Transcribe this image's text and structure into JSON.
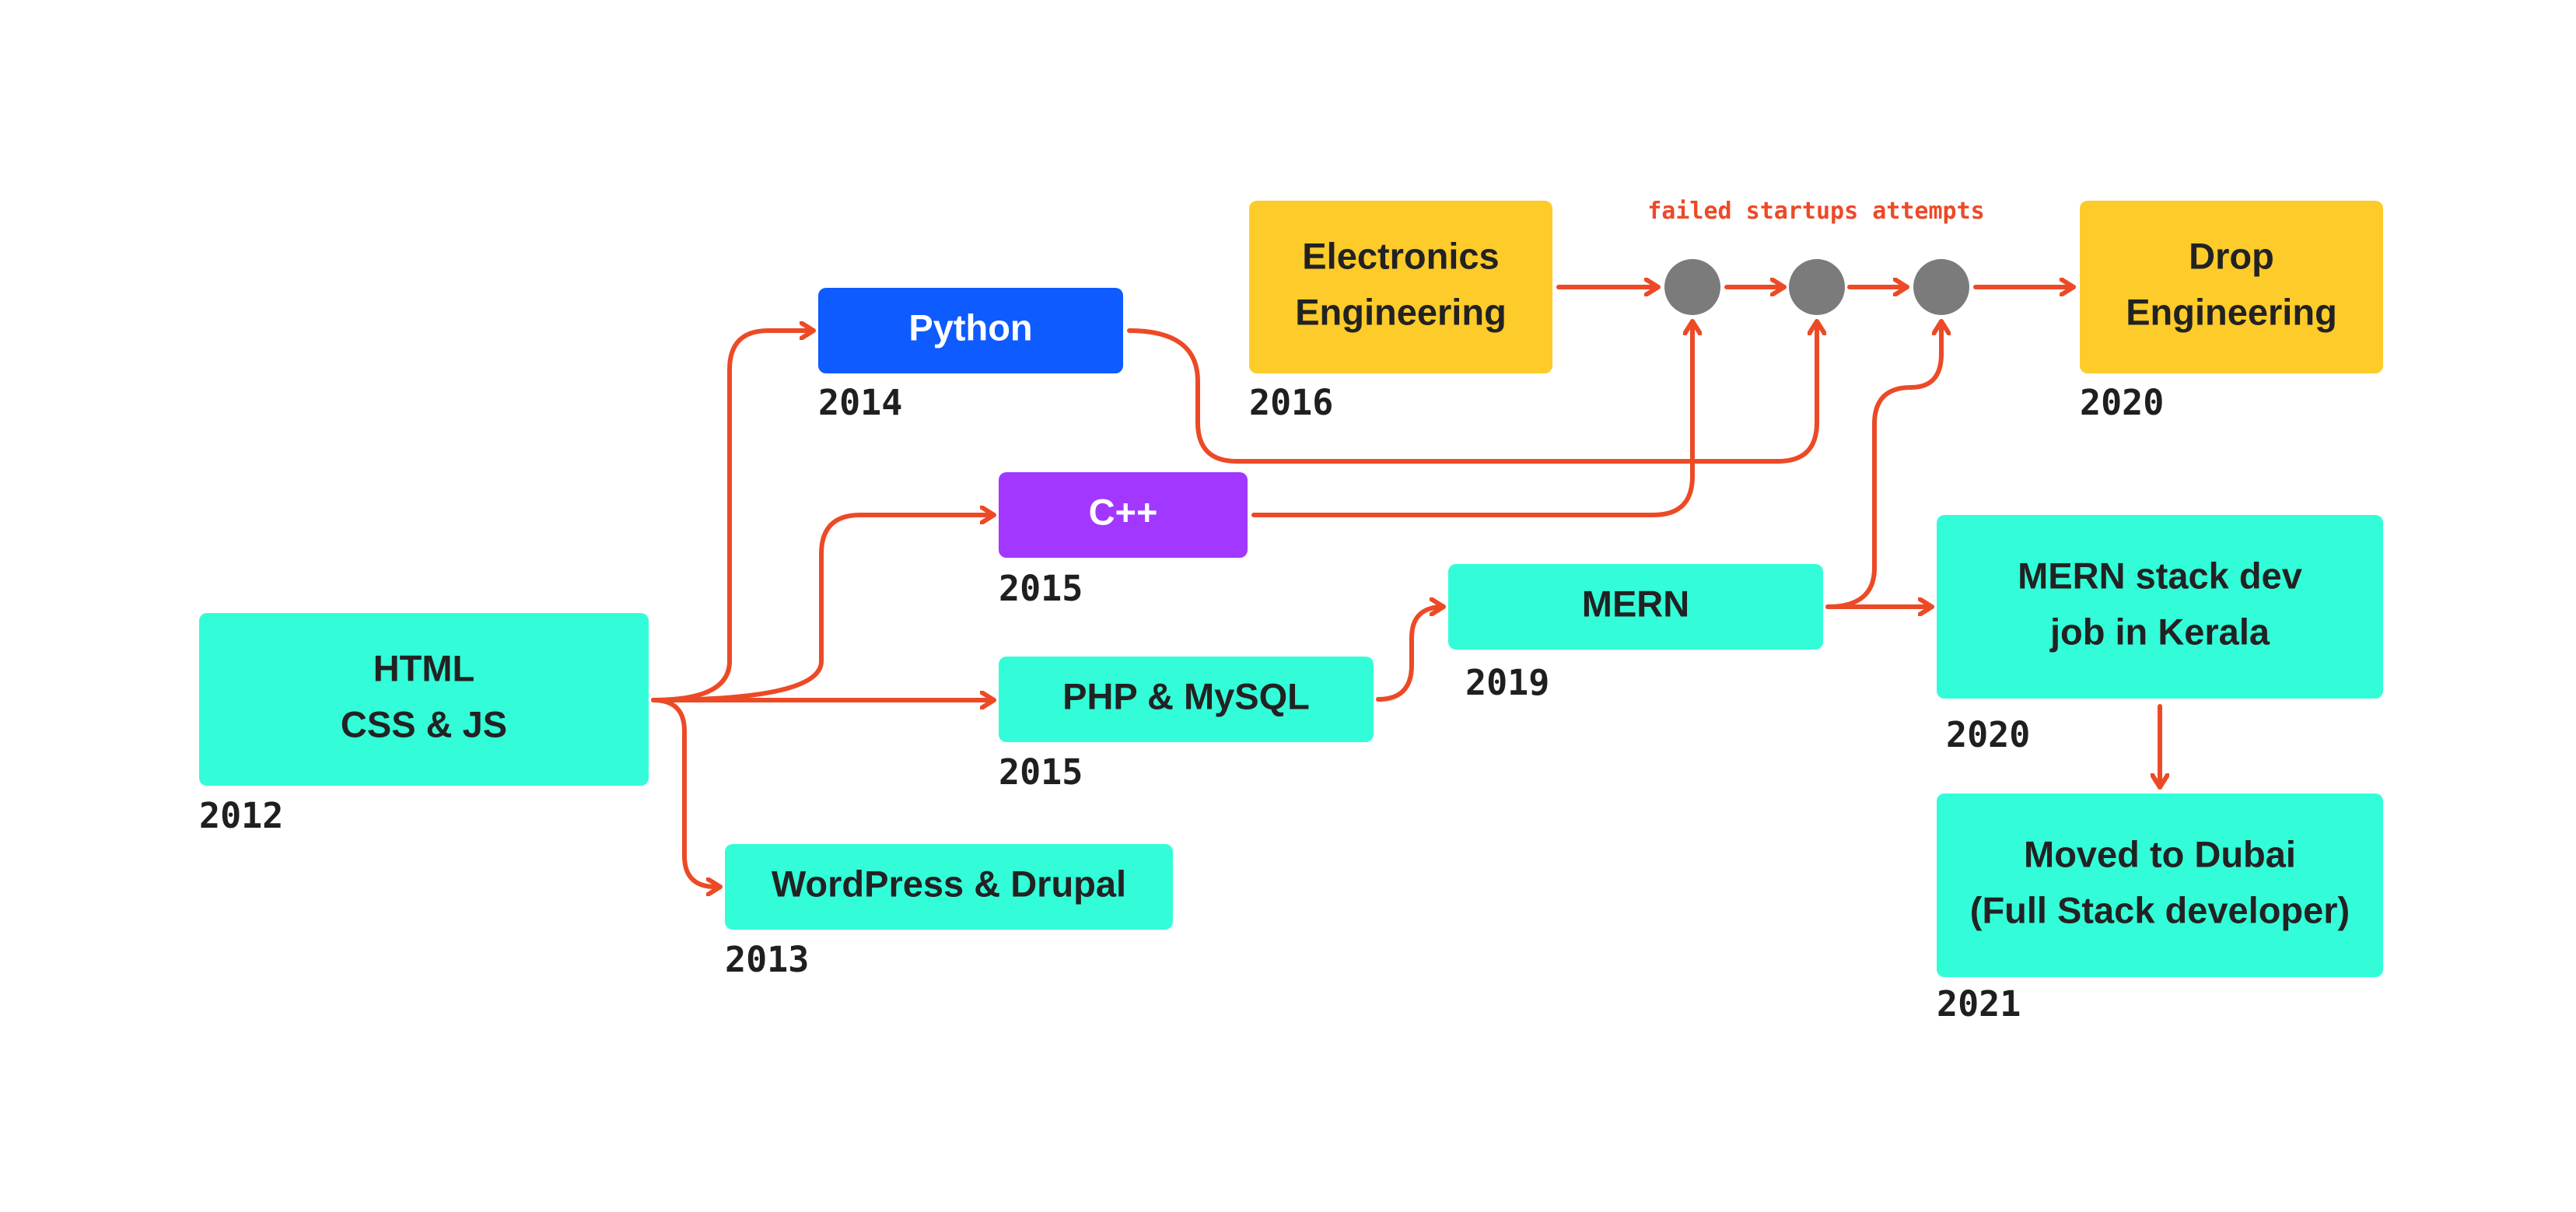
{
  "colors": {
    "teal": "#33FDD9",
    "blue": "#0E5BFF",
    "purple": "#A238FF",
    "yellow": "#FDCB2A",
    "arrow": "#EC4A27",
    "node": "#7B7B7B",
    "dark_text": "#222222",
    "light_text": "#FFFFFF"
  },
  "nodes": [
    {
      "id": "html",
      "lines": [
        "HTML",
        "CSS & JS"
      ],
      "year": "2012",
      "color": "teal"
    },
    {
      "id": "python",
      "lines": [
        "Python"
      ],
      "year": "2014",
      "color": "blue"
    },
    {
      "id": "cpp",
      "lines": [
        "C++"
      ],
      "year": "2015",
      "color": "purple"
    },
    {
      "id": "php",
      "lines": [
        "PHP & MySQL"
      ],
      "year": "2015",
      "color": "teal"
    },
    {
      "id": "wordpress",
      "lines": [
        "WordPress & Drupal"
      ],
      "year": "2013",
      "color": "teal"
    },
    {
      "id": "electronics",
      "lines": [
        "Electronics",
        "Engineering"
      ],
      "year": "2016",
      "color": "yellow"
    },
    {
      "id": "mern",
      "lines": [
        "MERN"
      ],
      "year": "2019",
      "color": "teal"
    },
    {
      "id": "drop",
      "lines": [
        "Drop",
        "Engineering"
      ],
      "year": "2020",
      "color": "yellow"
    },
    {
      "id": "mernjob",
      "lines": [
        "MERN stack dev",
        "job in Kerala"
      ],
      "year": "2020",
      "color": "teal"
    },
    {
      "id": "dubai",
      "lines": [
        "Moved to Dubai",
        "(Full Stack developer)"
      ],
      "year": "2021",
      "color": "teal"
    }
  ],
  "startup_points": [
    "attempt-1",
    "attempt-2",
    "attempt-3"
  ],
  "annotation": "failed startups attempts",
  "edges": [
    {
      "from": "html",
      "to": "python"
    },
    {
      "from": "html",
      "to": "cpp"
    },
    {
      "from": "html",
      "to": "php"
    },
    {
      "from": "html",
      "to": "wordpress"
    },
    {
      "from": "php",
      "to": "mern"
    },
    {
      "from": "mern",
      "to": "mernjob"
    },
    {
      "from": "mernjob",
      "to": "dubai"
    },
    {
      "from": "electronics",
      "to": "attempt-1"
    },
    {
      "from": "attempt-1",
      "to": "attempt-2"
    },
    {
      "from": "attempt-2",
      "to": "attempt-3"
    },
    {
      "from": "attempt-3",
      "to": "drop"
    },
    {
      "from": "python",
      "to": "attempt-2"
    },
    {
      "from": "cpp",
      "to": "attempt-1"
    },
    {
      "from": "mern",
      "to": "attempt-3"
    }
  ]
}
